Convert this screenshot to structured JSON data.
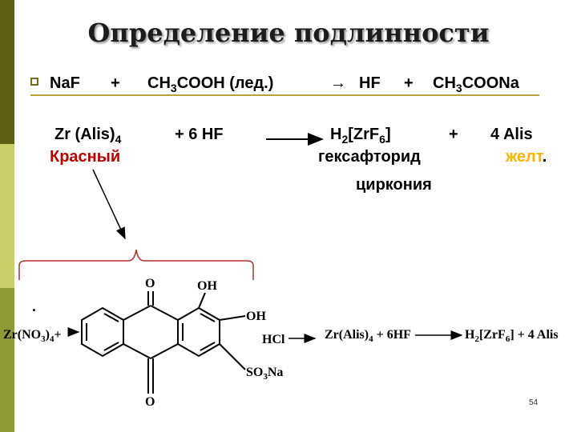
{
  "title": "Определение подлинности",
  "line1": {
    "reactant1": "NaF",
    "plus1": "+",
    "reactant2_pre": "CH",
    "reactant2_sub": "3",
    "reactant2_post": "COOH (лед.)",
    "arrow": "→",
    "product1": "HF",
    "plus2": "+",
    "product2_pre": "CH",
    "product2_sub": "3",
    "product2_post": "COONa"
  },
  "line2": {
    "reactant1_pre": "Zr (Alis)",
    "reactant1_sub": "4",
    "reactant2": "+ 6 HF",
    "product1_pre": "H",
    "product1_sub1": "2",
    "product1_mid": "[ZrF",
    "product1_sub2": "6",
    "product1_post": "]",
    "plus": "+",
    "product2": "4 Alis",
    "color_red": "Красный",
    "hexa_line1": "гексафторид",
    "hexa_line2": "циркония",
    "color_yellow": "желт",
    "yellow_dot": "."
  },
  "structure": {
    "reactant_pre": "Zr(NO",
    "reactant_sub1": "3",
    "reactant_mid": ")",
    "reactant_sub2": "4",
    "reactant_plus": "+",
    "dot": ".",
    "atom_o_top": "O",
    "atom_o_bottom": "O",
    "atom_oh1": "OH",
    "atom_oh2": "OH",
    "atom_so3na_pre": "SO",
    "atom_so3na_sub": "3",
    "atom_so3na_post": "Na",
    "reagent": "HCl",
    "eq_pre": "Zr(Alis)",
    "eq_sub": "4",
    "eq_post": " + 6HF",
    "prod_pre": "H",
    "prod_sub1": "2",
    "prod_mid": "[ZrF",
    "prod_sub2": "6",
    "prod_post": "] + 4 Alis"
  },
  "page_number": "54",
  "colors": {
    "sidebar_dark": "#5e5f14",
    "sidebar_light": "#c9d06a",
    "sidebar_mid": "#8e9a32",
    "red": "#c00000",
    "yellow": "#ffb400",
    "brace": "#b03030"
  }
}
